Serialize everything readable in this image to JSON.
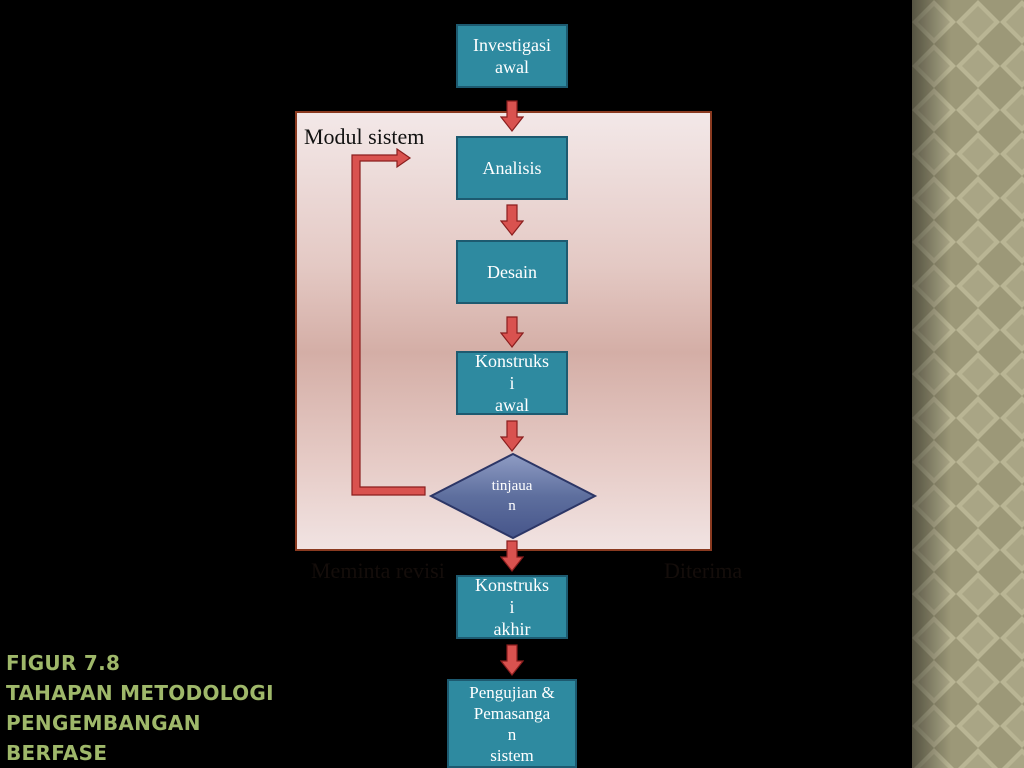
{
  "diagram": {
    "module_label": "Modul sistem",
    "nodes": {
      "investigation": "Investigasi\nawal",
      "analysis": "Analisis",
      "design": "Desain",
      "initial_construction": "Konstruks\ni\nawal",
      "review": "tinjaua\nn",
      "final_construction": "Konstruks\ni\nakhir",
      "testing": "Pengujian &\nPemasanga\nn\nsistem"
    },
    "edge_labels": {
      "revision": "Meminta revisi",
      "accepted": "Diterima"
    }
  },
  "caption": {
    "line1": "FIGUR 7.8",
    "line2": "TAHAPAN METODOLOGI",
    "line3": "PENGEMBANGAN",
    "line4": "BERFASE"
  },
  "colors": {
    "box_fill": "#2e8aa0",
    "arrow": "#d9524f",
    "title": "#9fb86a",
    "diamond": "#5e6f9e"
  }
}
